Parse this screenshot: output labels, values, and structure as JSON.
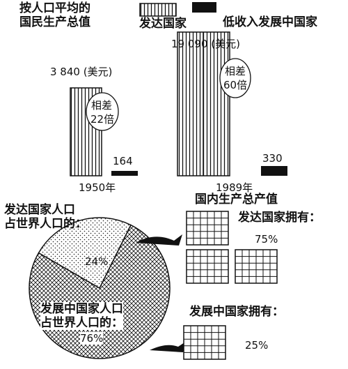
{
  "colors": {
    "ink": "#111111",
    "paper": "#ffffff",
    "developed_pattern": "vertical-stripes",
    "developing_pattern": "solid-black"
  },
  "title": {
    "line1": "按人口平均的",
    "line2": "国民生产总值"
  },
  "legend": {
    "developed": "发达国家",
    "developing": "低收入发展中国家"
  },
  "gnp_per_capita": {
    "y1950": {
      "year_label": "1950年",
      "developed_label": "3 840 (美元)",
      "developing_label": "164",
      "diff_line1": "相差",
      "diff_line2": "22倍"
    },
    "y1989": {
      "year_label": "1989年",
      "developed_label": "19 090 (美元)",
      "developing_label": "330",
      "diff_line1": "相差",
      "diff_line2": "60倍"
    }
  },
  "population": {
    "developed_line1": "发达国家人口",
    "developed_line2": "占世界人口的：",
    "developed_pct": "24%",
    "developing_line1": "发展中国家人口",
    "developing_line2": "占世界人口的：",
    "developing_pct": "76%"
  },
  "gdp": {
    "title": "国内生产总产值",
    "developed_label": "发达国家拥有：",
    "developed_pct": "75%",
    "developing_label": "发展中国家拥有：",
    "developing_pct": "25%"
  },
  "chart_data": [
    {
      "type": "bar",
      "title": "按人口平均的国民生产总值",
      "ylabel": "美元",
      "categories": [
        "1950年",
        "1989年"
      ],
      "series": [
        {
          "name": "发达国家",
          "values": [
            3840,
            19090
          ]
        },
        {
          "name": "低收入发展中国家",
          "values": [
            164,
            330
          ]
        }
      ]
    },
    {
      "type": "pie",
      "labels": [
        "发达国家人口",
        "发展中国家人口"
      ],
      "values": [
        24,
        76
      ]
    },
    {
      "type": "bar",
      "title": "国内生产总产值",
      "categories": [
        "发达国家拥有",
        "发展中国家拥有"
      ],
      "values": [
        75,
        25
      ]
    }
  ]
}
